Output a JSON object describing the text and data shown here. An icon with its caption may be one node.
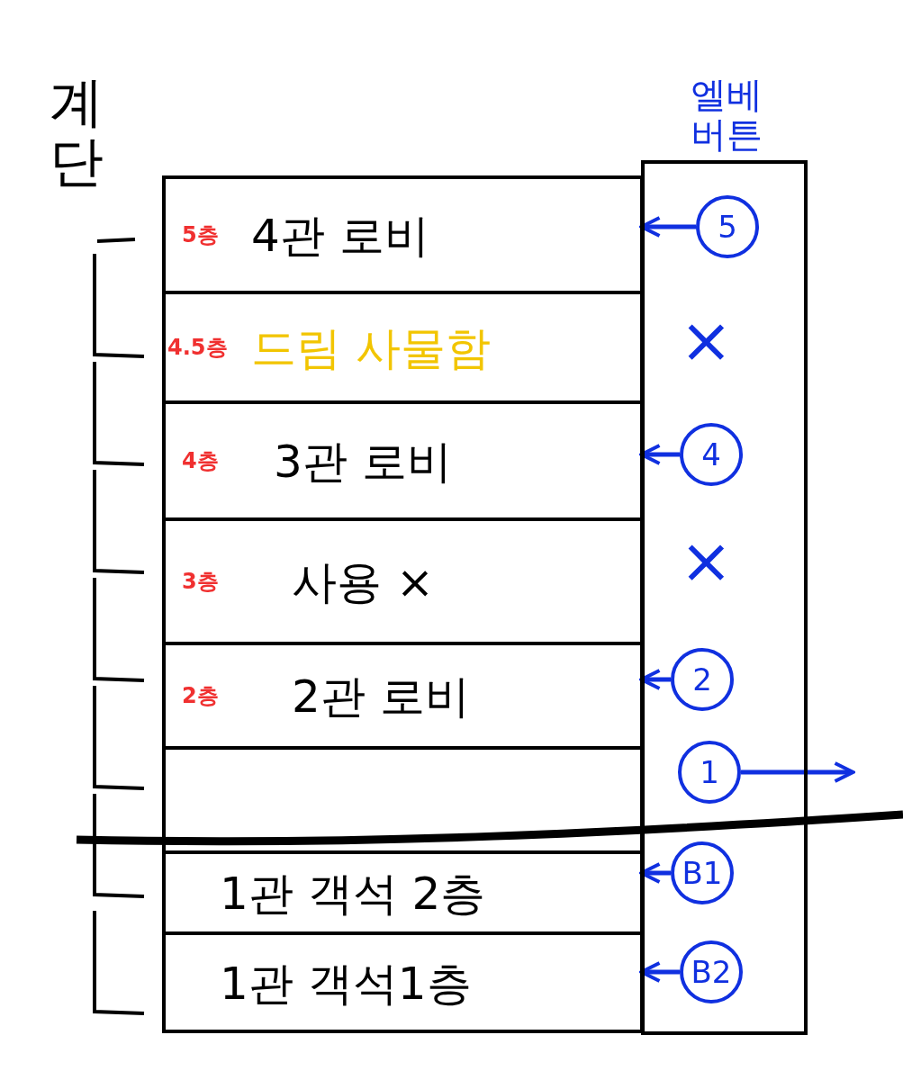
{
  "diagram": {
    "nodes": [
      {
        "text": [
          "5층",
          "4관 로비"
        ]
      },
      {
        "text": [
          "4.5층",
          "드림 사물함"
        ]
      },
      {
        "text": [
          "4층",
          "3관 로비"
        ]
      },
      {
        "text": [
          "3층",
          "사용 ×"
        ]
      },
      {
        "text": [
          "2층",
          "2관 로비"
        ]
      },
      {
        "text": [],
        "shape": "box"
      },
      {
        "text": [
          "1관 객석 2층"
        ]
      },
      {
        "text": [
          "1관 객석1층"
        ]
      },
      {
        "text": [
          "엘베 버튼"
        ]
      },
      {
        "text": [
          "5"
        ],
        "in": 8
      },
      {
        "text": [
          "4"
        ],
        "in": 8
      },
      {
        "text": [
          "2"
        ],
        "in": 8
      },
      {
        "text": [
          "1"
        ],
        "in": 8
      },
      {
        "text": [
          "B1"
        ],
        "in": 8
      },
      {
        "text": [
          "B2"
        ],
        "in": 8
      }
    ],
    "edges": [
      {
        "from": 9,
        "to": 0,
        "arrow": "to"
      },
      {
        "from": 10,
        "to": 2,
        "arrow": "to"
      },
      {
        "from": 11,
        "to": 4,
        "arrow": "to"
      },
      {
        "from": 12,
        "to": null,
        "arrow": "to"
      },
      {
        "from": 13,
        "to": 6,
        "arrow": "to"
      },
      {
        "from": 14,
        "to": 7,
        "arrow": "to"
      }
    ],
    "labels": [
      "계단",
      "×",
      "×"
    ]
  }
}
